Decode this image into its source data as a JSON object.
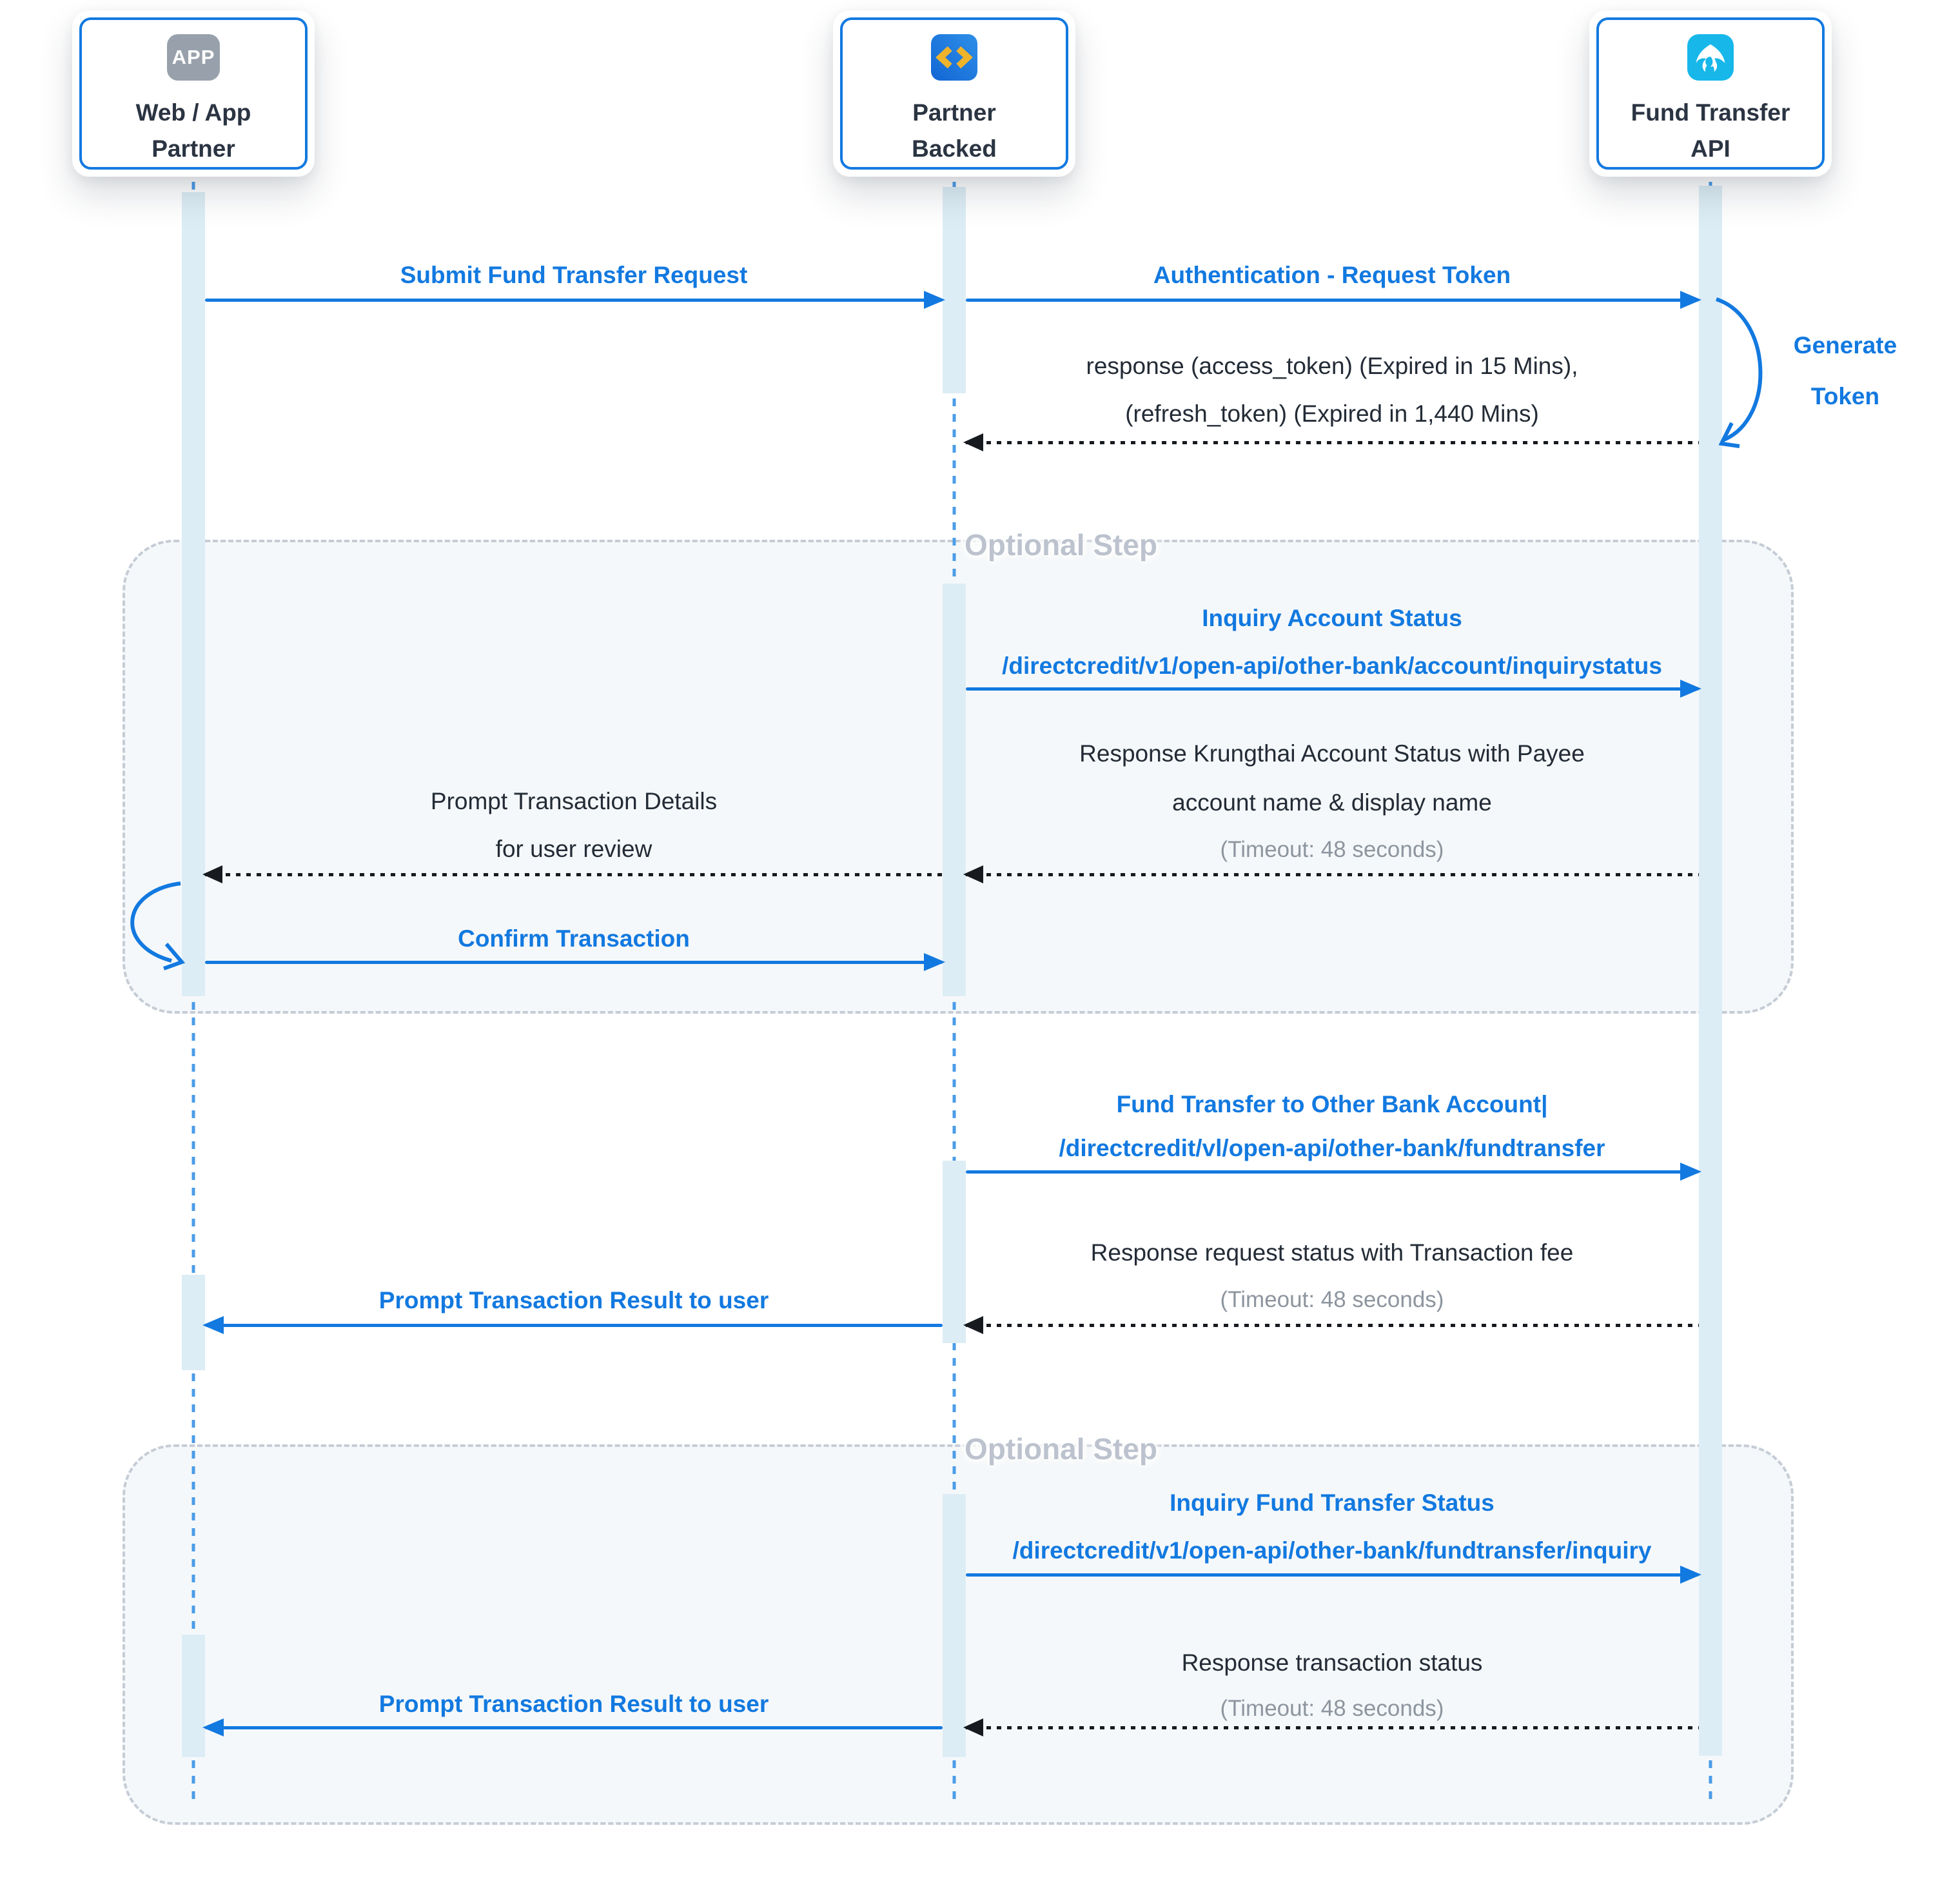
{
  "colors": {
    "accent_blue": "#1279e0",
    "dark_text": "#232b36",
    "timeout_gray": "#8d959f",
    "optional_gray": "#bcc3ce",
    "activation_bar": "#ddedf5",
    "app_icon_gray": "#98a1ab",
    "code_icon_blue": "#1b74dc",
    "code_icon_gold": "#f0b32c",
    "bank_icon_cyan": "#17b7ea"
  },
  "actors": [
    {
      "lines": [
        "Web / App",
        "Partner"
      ],
      "icon": "app-icon",
      "icon_label": "APP"
    },
    {
      "lines": [
        "Partner",
        "Backed"
      ],
      "icon": "code-icon"
    },
    {
      "lines": [
        "Fund Transfer",
        "API"
      ],
      "icon": "krungthai-bird-icon"
    }
  ],
  "optional_steps": [
    {
      "label": "Optional Step"
    },
    {
      "label": "Optional Step"
    }
  ],
  "messages": {
    "submit": {
      "label": "Submit Fund Transfer Request"
    },
    "auth": {
      "label": "Authentication - Request Token"
    },
    "generate_token": {
      "lines": [
        "Generate",
        "Token"
      ]
    },
    "token_response": {
      "lines": [
        "response (access_token) (Expired in 15 Mins),",
        "(refresh_token) (Expired in 1,440 Mins)"
      ]
    },
    "inquiry_account": {
      "title": "Inquiry Account Status",
      "endpoint": "/directcredit/v1/open-api/other-bank/account/inquirystatus"
    },
    "inquiry_account_response": {
      "lines": [
        "Response Krungthai Account Status with Payee",
        "account name & display name"
      ],
      "timeout": "(Timeout: 48 seconds)"
    },
    "prompt_details": {
      "lines": [
        "Prompt Transaction Details",
        "for user review"
      ]
    },
    "confirm": {
      "label": "Confirm Transaction"
    },
    "fund_transfer": {
      "title": "Fund Transfer to Other Bank Account|",
      "endpoint": "/directcredit/vl/open-api/other-bank/fundtransfer"
    },
    "fund_transfer_response": {
      "line": "Response request status with Transaction fee",
      "timeout": "(Timeout: 48 seconds)"
    },
    "prompt_result_1": {
      "label": "Prompt Transaction Result to user"
    },
    "inquiry_transfer": {
      "title": "Inquiry Fund Transfer Status",
      "endpoint": "/directcredit/v1/open-api/other-bank/fundtransfer/inquiry"
    },
    "inquiry_transfer_response": {
      "line": "Response transaction status",
      "timeout": "(Timeout: 48 seconds)"
    },
    "prompt_result_2": {
      "label": "Prompt Transaction Result to user"
    }
  }
}
